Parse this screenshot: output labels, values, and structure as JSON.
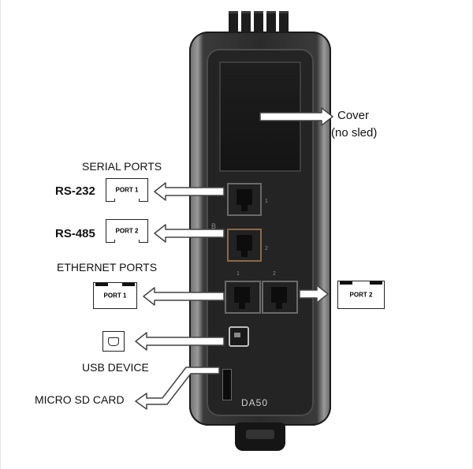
{
  "labels": {
    "cover": "Cover",
    "cover_sub": "(no sled)",
    "serial_ports": "SERIAL PORTS",
    "rs232": "RS-232",
    "rs485": "RS-485",
    "ethernet_ports": "ETHERNET PORTS",
    "usb_device": "USB DEVICE",
    "micro_sd_card": "MICRO SD CARD"
  },
  "port_icons": {
    "serial_port1": "PORT 1",
    "serial_port2": "PORT 2",
    "eth_port1": "PORT 1",
    "eth_port2": "PORT 2"
  },
  "device": {
    "model": "DA50",
    "port_num_1": "1",
    "port_num_2": "2",
    "eth_num_1": "1",
    "eth_num_2": "2",
    "side_mark": "B"
  },
  "colors": {
    "arrow_fill": "#ffffff",
    "arrow_stroke": "#444444",
    "device_body": "#2b2b2b"
  }
}
